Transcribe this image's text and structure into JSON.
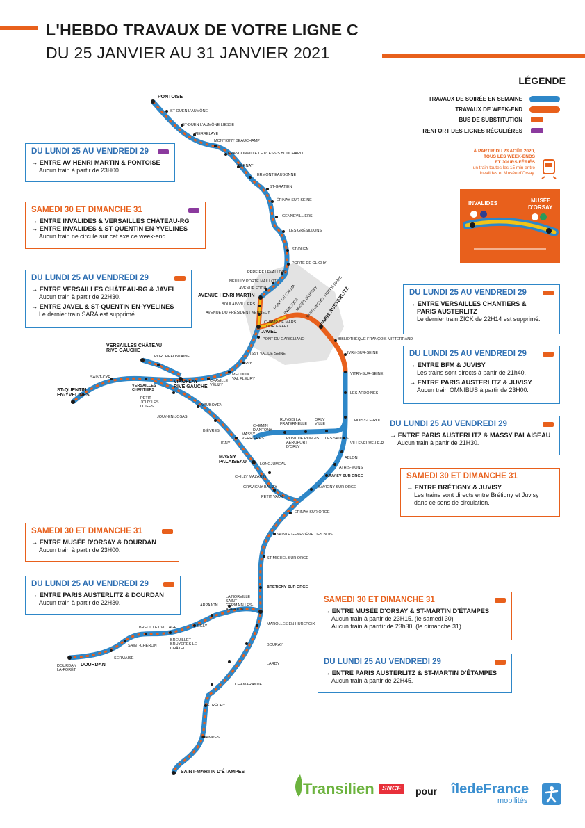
{
  "header": {
    "title_line1": "L'HEBDO TRAVAUX DE VOTRE LIGNE C",
    "title_line2": "DU 25 JANVIER AU 31 JANVIER 2021"
  },
  "colors": {
    "accent_orange": "#e8601c",
    "line_blue": "#2e87c8",
    "header_blue": "#2e6fb3",
    "bus_purple": "#8b3a9e",
    "map_grey": "#e3e3e3"
  },
  "legend": {
    "title": "LÉGENDE",
    "items": [
      {
        "label": "TRAVAUX DE SOIRÉE EN SEMAINE",
        "icon": "blue-line-swatch"
      },
      {
        "label": "TRAVAUX DE WEEK-END",
        "icon": "orange-line-swatch"
      },
      {
        "label": "BUS DE SUBSTITUTION",
        "icon": "orange-bus-icon"
      },
      {
        "label": "RENFORT DES LIGNES RÉGULIÈRES",
        "icon": "purple-bus-icon"
      }
    ]
  },
  "notice": {
    "line1": "À PARTIR DU 23 AOÛT 2020,",
    "line2": "TOUS LES WEEK-ENDS",
    "line3": "ET JOURS FÉRIÉS",
    "line4": "un train toutes les 15 min entre",
    "line5": "Invalides et Musée d'Orsay."
  },
  "promo": {
    "left": "INVALIDES",
    "right_1": "MUSÉE",
    "right_2": "D'ORSAY"
  },
  "boxes": [
    {
      "id": "b1",
      "header": "DU LUNDI 25 AU VENDREDI 29",
      "icon": "purple",
      "items": [
        {
          "title": "→ ENTRE AV HENRI MARTIN & PONTOISE",
          "text": [
            "Aucun train à partir de 23H00."
          ]
        }
      ]
    },
    {
      "id": "b2",
      "header": "SAMEDI 30 ET DIMANCHE 31",
      "icon": "purple",
      "items": [
        {
          "title": "→ ENTRE INVALIDES & VERSAILLES CHÂTEAU-RG",
          "text": []
        },
        {
          "title": "→ ENTRE INVALIDES & ST-QUENTIN EN-YVELINES",
          "text": [
            "Aucun train ne circule sur cet axe ce week-end."
          ]
        }
      ]
    },
    {
      "id": "b3",
      "header": "DU LUNDI 25 AU VENDREDI 29",
      "icon": "orange",
      "items": [
        {
          "title": "→ ENTRE VERSAILLES CHÂTEAU-RG & JAVEL",
          "text": [
            "Aucun train à partir de 22H30."
          ]
        },
        {
          "title": "→ ENTRE JAVEL & ST-QUENTIN EN-YVELINES",
          "text": [
            "Le dernier train SARA est supprimé."
          ]
        }
      ]
    },
    {
      "id": "b4",
      "header": "DU LUNDI 25 AU VENDREDI 29",
      "icon": "orange",
      "items": [
        {
          "title": "→ ENTRE VERSAILLES CHANTIERS &",
          "text": []
        },
        {
          "title": "PARIS AUSTERLITZ",
          "text": [
            "Le dernier train ZICK de 22H14 est supprimé."
          ]
        }
      ]
    },
    {
      "id": "b5",
      "header": "DU LUNDI 25 AU VENDREDI 29",
      "icon": "orange",
      "items": [
        {
          "title": "→ ENTRE BFM & JUVISY",
          "text": [
            "Les trains sont directs à partir de 21h40."
          ]
        },
        {
          "title": "→ ENTRE PARIS AUSTERLITZ & JUVISY",
          "text": [
            "Aucun train OMNIBUS à partir de 23H00."
          ]
        }
      ]
    },
    {
      "id": "b6",
      "header": "DU LUNDI 25 AU VENDREDI 29",
      "icon": "orange",
      "items": [
        {
          "title": "→ ENTRE PARIS AUSTERLITZ & MASSY PALAISEAU",
          "text": [
            "Aucun train à partir de 21H30."
          ]
        }
      ]
    },
    {
      "id": "b7",
      "header": "SAMEDI 30 ET DIMANCHE 31",
      "icon": "none",
      "items": [
        {
          "title": "→ ENTRE BRÉTIGNY & JUVISY",
          "text": [
            "Les trains sont directs entre Brétigny et Juvisy",
            "dans ce sens de circulation."
          ]
        }
      ]
    },
    {
      "id": "b8",
      "header": "SAMEDI 30 ET DIMANCHE 31",
      "icon": "orange",
      "items": [
        {
          "title": "→ ENTRE MUSÉE D'ORSAY & DOURDAN",
          "text": [
            "Aucun train à partir de 23H00."
          ]
        }
      ]
    },
    {
      "id": "b9",
      "header": "DU LUNDI 25 AU VENDREDI 29",
      "icon": "orange",
      "items": [
        {
          "title": "→ ENTRE PARIS AUSTERLITZ & DOURDAN",
          "text": [
            "Aucun train à partir de 22H30."
          ]
        }
      ]
    },
    {
      "id": "b10",
      "header": "SAMEDI 30 ET DIMANCHE 31",
      "icon": "orange",
      "items": [
        {
          "title": "→ ENTRE MUSÉE D'ORSAY & ST-MARTIN D'ÉTAMPES",
          "text": [
            "Aucun train à partir de 23H15. (le samedi 30)",
            "Aucun train à parrtir de 23h30. (le dimanche 31)"
          ]
        }
      ]
    },
    {
      "id": "b11",
      "header": "DU LUNDI 25 AU VENDREDI 29",
      "icon": "orange",
      "items": [
        {
          "title": "→ ENTRE PARIS AUSTERLITZ & ST-MARTIN D'ÉTAMPES",
          "text": [
            "Aucun train à partir de 22H45."
          ]
        }
      ]
    }
  ],
  "stations": [
    {
      "name": "PONTOISE",
      "bold": true
    },
    {
      "name": "ST-OUEN L'AUMÔNE"
    },
    {
      "name": "ST-OUEN L'AUMÔNE LIESSE"
    },
    {
      "name": "PIERRELAYE"
    },
    {
      "name": "MONTIGNY BEAUCHAMP"
    },
    {
      "name": "FRANCONVILLE LE PLESSIS BOUCHARD"
    },
    {
      "name": "CERNAY"
    },
    {
      "name": "ERMONT EAUBONNE"
    },
    {
      "name": "ST-GRATIEN"
    },
    {
      "name": "ÉPINAY SUR SEINE"
    },
    {
      "name": "GENNEVILLIERS"
    },
    {
      "name": "LES GRÉSILLONS"
    },
    {
      "name": "ST-OUEN"
    },
    {
      "name": "PORTE DE CLICHY"
    },
    {
      "name": "PEREIRE LEVALLOIS"
    },
    {
      "name": "NEUILLY PORTE MAILLOT"
    },
    {
      "name": "AVENUE FOCH"
    },
    {
      "name": "AVENUE HENRI MARTIN",
      "bold": true
    },
    {
      "name": "BOULAINVILLIERS"
    },
    {
      "name": "AVENUE DU PRÉSIDENT KENNEDY"
    },
    {
      "name": "PONT DE L'ALMA"
    },
    {
      "name": "INVALIDES"
    },
    {
      "name": "MUSÉE D'ORSAY"
    },
    {
      "name": "SAINT-MICHEL NOTRE DAME"
    },
    {
      "name": "PARIS AUSTERLITZ",
      "bold": true
    },
    {
      "name": "CHAMP DE MARS TOUR EIFFEL"
    },
    {
      "name": "JAVEL",
      "bold": true
    },
    {
      "name": "PONT DU GARIGLIANO"
    },
    {
      "name": "BIBLIOTHÈQUE FRANÇOIS MITTERRAND"
    },
    {
      "name": "IVRY-SUR-SEINE"
    },
    {
      "name": "VITRY-SUR-SEINE"
    },
    {
      "name": "LES ARDOINES"
    },
    {
      "name": "CHOISY-LE-ROI"
    },
    {
      "name": "LES SAULES"
    },
    {
      "name": "VILLENEUVE-LE-ROI"
    },
    {
      "name": "ABLON"
    },
    {
      "name": "ATHIS-MONS"
    },
    {
      "name": "JUVISY SUR ORGE"
    },
    {
      "name": "SAVIGNY SUR ORGE"
    },
    {
      "name": "ÉPINAY SUR ORGE"
    },
    {
      "name": "SAINTE GENEVIÈVE DES BOIS"
    },
    {
      "name": "ST-MICHEL SUR ORGE"
    },
    {
      "name": "BRÉTIGNY SUR ORGE"
    },
    {
      "name": "MAROLLES EN HUREPOIX"
    },
    {
      "name": "BOURAY"
    },
    {
      "name": "LARDY"
    },
    {
      "name": "CHAMARANDE"
    },
    {
      "name": "ÉTRÉCHY"
    },
    {
      "name": "ÉTAMPES"
    },
    {
      "name": "SAINT-MARTIN D'ÉTAMPES",
      "bold": true
    },
    {
      "name": "LA NORVILLE SAINT-GERMAIN LÈS-ARPAJON"
    },
    {
      "name": "ARPAJON"
    },
    {
      "name": "EGLY"
    },
    {
      "name": "BREUILLET VILLAGE"
    },
    {
      "name": "BREUILLET BRUYÈRES LE-CHÂTEL"
    },
    {
      "name": "SAINT-CHÉRON"
    },
    {
      "name": "SERMAISE"
    },
    {
      "name": "DOURDAN",
      "bold": true
    },
    {
      "name": "DOURDAN LA-FORÊT"
    },
    {
      "name": "ISSY VAL DE SEINE"
    },
    {
      "name": "ISSY"
    },
    {
      "name": "MEUDON VAL FLEURY"
    },
    {
      "name": "CHAVILLE VÉLIZY"
    },
    {
      "name": "VIROFLAY RIVE GAUCHE",
      "bold": true
    },
    {
      "name": "VERSAILLES CHÂTEAU RIVE GAUCHE",
      "bold": true
    },
    {
      "name": "PORCHEFONTAINE"
    },
    {
      "name": "SAINT-CYR"
    },
    {
      "name": "VERSAILLES CHANTIERS"
    },
    {
      "name": "ST-QUENTIN EN-YVELINES",
      "bold": true
    },
    {
      "name": "PETIT JOUY LES LOGES"
    },
    {
      "name": "JOUY-EN-JOSAS"
    },
    {
      "name": "VAUBOYEN"
    },
    {
      "name": "BIÈVRES"
    },
    {
      "name": "IGNY"
    },
    {
      "name": "MASSY VERRIÈRES"
    },
    {
      "name": "MASSY PALAISEAU",
      "bold": true
    },
    {
      "name": "CHEMIN D'ANTONY"
    },
    {
      "name": "RUNGIS LA FRATERNELLE"
    },
    {
      "name": "ORLY VILLE"
    },
    {
      "name": "PONT DE RUNGIS AÉROPORT D'ORLY"
    },
    {
      "name": "LONGJUMEAU"
    },
    {
      "name": "CHILLY MAZARIN"
    },
    {
      "name": "GRAVIGNY-BALIZY"
    },
    {
      "name": "PETIT VAUX"
    }
  ],
  "footer": {
    "brand": "Transilien",
    "sncf": "SNCF",
    "pour": "pour",
    "idf_1": "îledeFrance",
    "idf_2": "mobilités"
  }
}
